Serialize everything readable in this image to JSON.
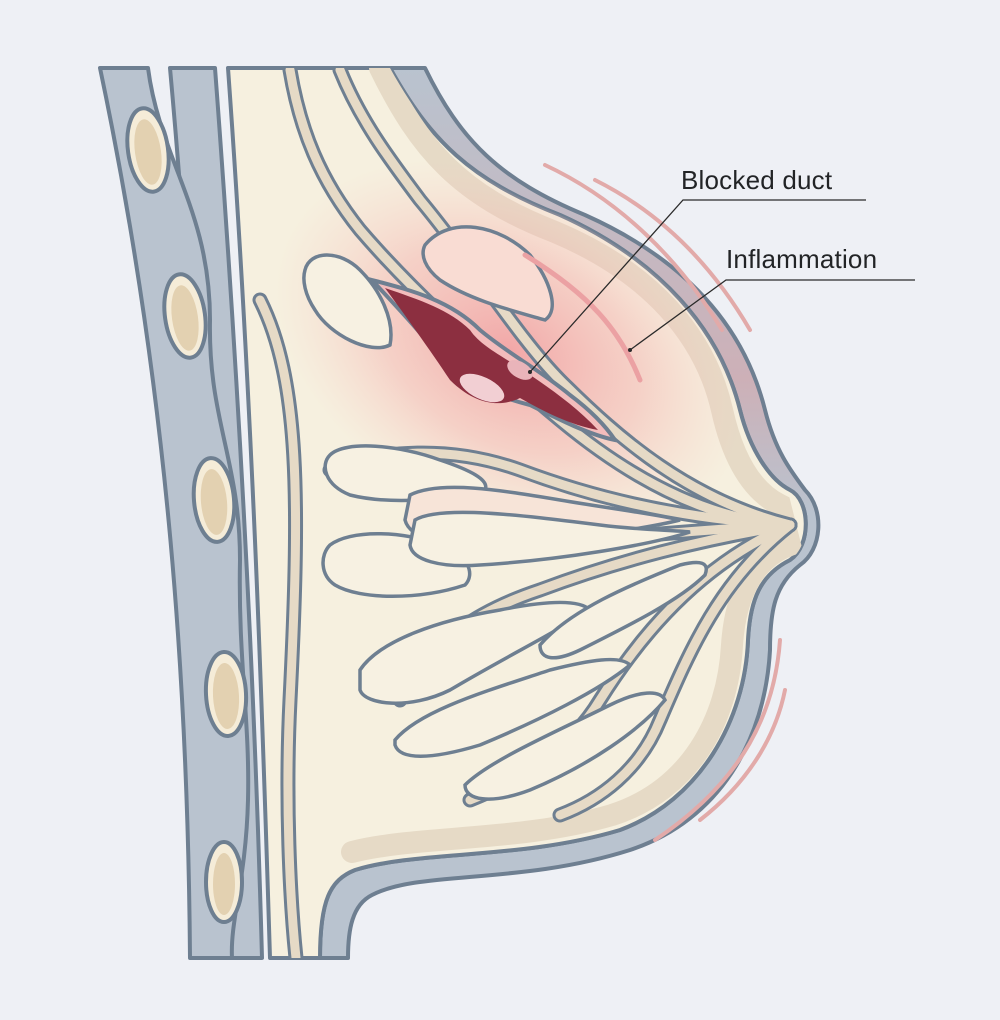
{
  "figure": {
    "type": "anatomical-illustration",
    "subject": "Breast cross-section showing blocked milk duct with inflammation",
    "labels": [
      {
        "id": "blocked_duct",
        "text": "Blocked duct"
      },
      {
        "id": "inflammation",
        "text": "Inflammation"
      }
    ]
  },
  "labels": {
    "blocked_duct": "Blocked duct",
    "inflammation": "Inflammation"
  },
  "colors": {
    "background": "#eef0f5",
    "outline": "#6e7f91",
    "muscle_band": "#b9c3cf",
    "tissue_fill": "#f6f0df",
    "duct_fill": "#e6dac6",
    "rib_outer": "#f5ecd8",
    "rib_inner": "#e3d1b1",
    "inflammation": "#f2a9a9",
    "blocked_duct_dark": "#8c2f40",
    "label_text": "#222426"
  }
}
